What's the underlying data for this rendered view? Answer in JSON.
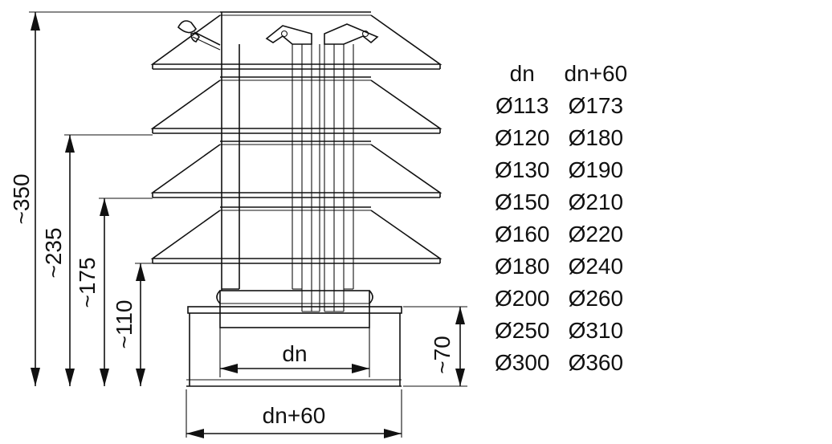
{
  "dimensions": {
    "total_height": "~350",
    "height_third_shield": "~235",
    "height_second_shield": "~175",
    "height_first_shield": "~110",
    "base_height": "~70",
    "inner_diameter": "dn",
    "outer_diameter": "dn+60"
  },
  "table": {
    "headers": [
      "dn",
      "dn+60"
    ],
    "rows": [
      [
        "Ø113",
        "Ø173"
      ],
      [
        "Ø120",
        "Ø180"
      ],
      [
        "Ø130",
        "Ø190"
      ],
      [
        "Ø150",
        "Ø210"
      ],
      [
        "Ø160",
        "Ø220"
      ],
      [
        "Ø180",
        "Ø240"
      ],
      [
        "Ø200",
        "Ø260"
      ],
      [
        "Ø250",
        "Ø310"
      ],
      [
        "Ø300",
        "Ø360"
      ]
    ]
  }
}
